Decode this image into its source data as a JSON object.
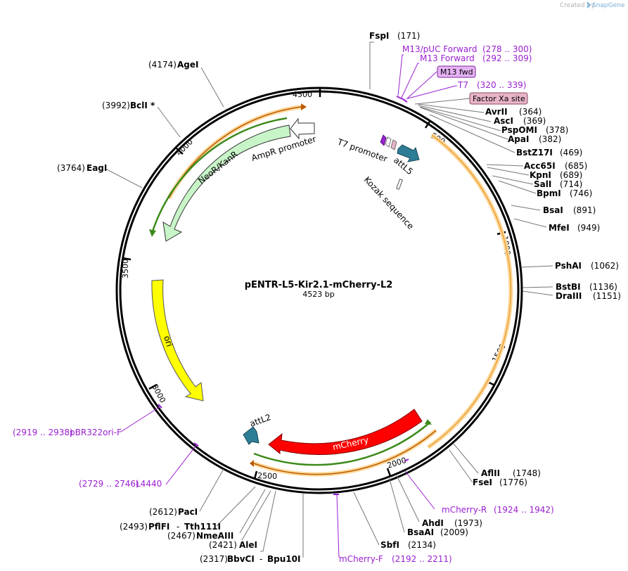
{
  "header": {
    "credit": "Created by",
    "brand": "SnapGene"
  },
  "plasmid": {
    "name": "pENTR-L5-Kir2.1-mCherry-L2",
    "length_label": "4523 bp",
    "length": 4523
  },
  "ticks": [
    "500",
    "1000",
    "1500",
    "2000",
    "2500",
    "3000",
    "3500",
    "4000",
    "4500"
  ],
  "features": {
    "t7_promoter": "T7 promoter",
    "attl5": "attL5",
    "kozak": "Kozak sequence",
    "ampr_promoter": "AmpR promoter",
    "neor": "NeoR/KanR",
    "ori": "ori",
    "attl2": "attL2",
    "mcherry": "mCherry"
  },
  "boxes": {
    "m13fwd": "M13 fwd",
    "factor_xa": "Factor Xa site"
  },
  "sites": {
    "fspi": {
      "name": "FspI",
      "pos": "(171)"
    },
    "avrii": {
      "name": "AvrII",
      "pos": "(364)"
    },
    "asci": {
      "name": "AscI",
      "pos": "(369)"
    },
    "pspomi": {
      "name": "PspOMI",
      "pos": "(378)"
    },
    "apai": {
      "name": "ApaI",
      "pos": "(382)"
    },
    "bstz17i": {
      "name": "BstZ17I",
      "pos": "(469)"
    },
    "acc65i": {
      "name": "Acc65I",
      "pos": "(685)"
    },
    "kpni": {
      "name": "KpnI",
      "pos": "(689)"
    },
    "sali": {
      "name": "SalI",
      "pos": "(714)"
    },
    "bpmi": {
      "name": "BpmI",
      "pos": "(746)"
    },
    "bsai": {
      "name": "BsaI",
      "pos": "(891)"
    },
    "mfei": {
      "name": "MfeI",
      "pos": "(949)"
    },
    "pshai": {
      "name": "PshAI",
      "pos": "(1062)"
    },
    "bstbi": {
      "name": "BstBI",
      "pos": "(1136)"
    },
    "draiii": {
      "name": "DraIII",
      "pos": "(1151)"
    },
    "aflii": {
      "name": "AflII",
      "pos": "(1748)"
    },
    "fsei": {
      "name": "FseI",
      "pos": "(1776)"
    },
    "ahdi": {
      "name": "AhdI",
      "pos": "(1973)"
    },
    "bsaai": {
      "name": "BsaAI",
      "pos": "(2009)"
    },
    "sbfi": {
      "name": "SbfI",
      "pos": "(2134)"
    },
    "bbvci": {
      "name": "BbvCI",
      "sep": "-",
      "name2": "Bpu10I",
      "pos": "(2317)"
    },
    "alei": {
      "name": "AleI",
      "pos": "(2421)"
    },
    "nmeaiii": {
      "name": "NmeAIII",
      "pos": "(2467)"
    },
    "pflfi": {
      "name": "PflFI",
      "sep": "-",
      "name2": "Tth111I",
      "pos": "(2493)"
    },
    "paci": {
      "name": "PacI",
      "pos": "(2612)"
    },
    "eagi": {
      "name": "EagI",
      "pos": "(3764)"
    },
    "bcli": {
      "name": "BclI *",
      "pos": "(3992)"
    },
    "agei": {
      "name": "AgeI",
      "pos": "(4174)"
    }
  },
  "primers": {
    "m13puc": {
      "name": "M13/pUC Forward",
      "range": "(278 .. 300)"
    },
    "m13fwd": {
      "name": "M13 Forward",
      "range": "(292 .. 309)"
    },
    "t7": {
      "name": "T7",
      "range": "(320 .. 339)"
    },
    "mcherry_r": {
      "name": "mCherry-R",
      "range": "(1924 .. 1942)"
    },
    "mcherry_f": {
      "name": "mCherry-F",
      "range": "(2192 .. 2211)"
    },
    "l4440": {
      "name": "L4440",
      "range": "(2729 .. 2746)"
    },
    "pbr322": {
      "name": "pBR322ori-F",
      "range": "(2919 .. 2938)"
    }
  },
  "colors": {
    "backbone": "#000000",
    "primer": "#9a1fd1",
    "attl": "#2e7d96",
    "mcherry": "#ff0000",
    "ori": "#ffff00",
    "neor": "#c8f5c8",
    "orf_orange": "#ffd89a",
    "factor_xa_box": "#e8b4c8",
    "m13_box": "#e6b3f5"
  }
}
